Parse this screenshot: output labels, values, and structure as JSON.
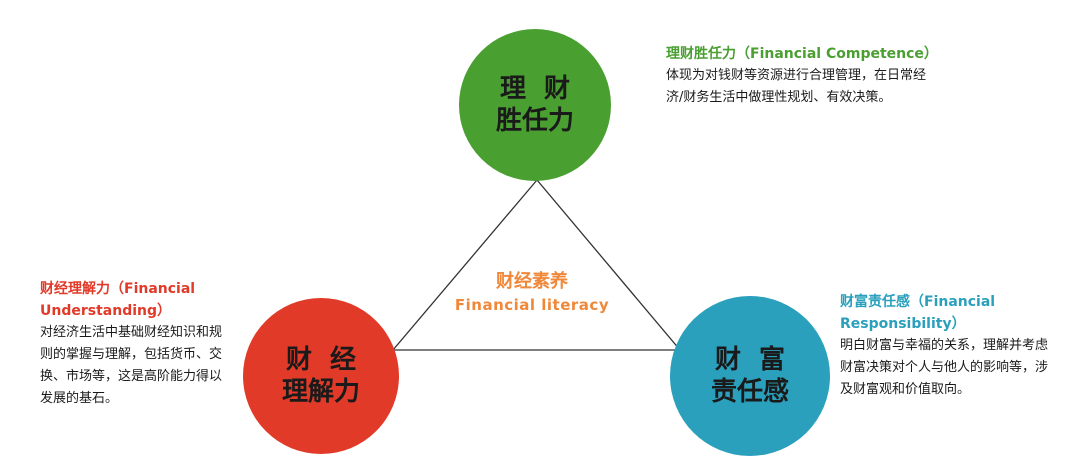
{
  "center": {
    "title": "财经素养",
    "subtitle": "Financial  literacy"
  },
  "nodes": [
    {
      "key": "competence",
      "circle_line1": "理财",
      "circle_line2": "胜任力",
      "heading": "理财胜任力（Financial Competence）",
      "body": "体现为对钱财等资源进行合理管理，在日常经济/财务生活中做理性规划、有效决策。",
      "color": "#4a9f31"
    },
    {
      "key": "understanding",
      "circle_line1": "财经",
      "circle_line2": "理解力",
      "heading": "财经理解力（Financial Understanding）",
      "body": "对经济生活中基础财经知识和规则的掌握与理解，包括货币、交换、市场等，这是高阶能力得以发展的基石。",
      "color": "#e13a28"
    },
    {
      "key": "responsibility",
      "circle_line1": "财富",
      "circle_line2": "责任感",
      "heading": "财富责任感（Financial Responsibility）",
      "body": "明白财富与幸福的关系，理解并考虑财富决策对个人与他人的影响等，涉及财富观和价值取向。",
      "color": "#2aa0bd"
    }
  ]
}
